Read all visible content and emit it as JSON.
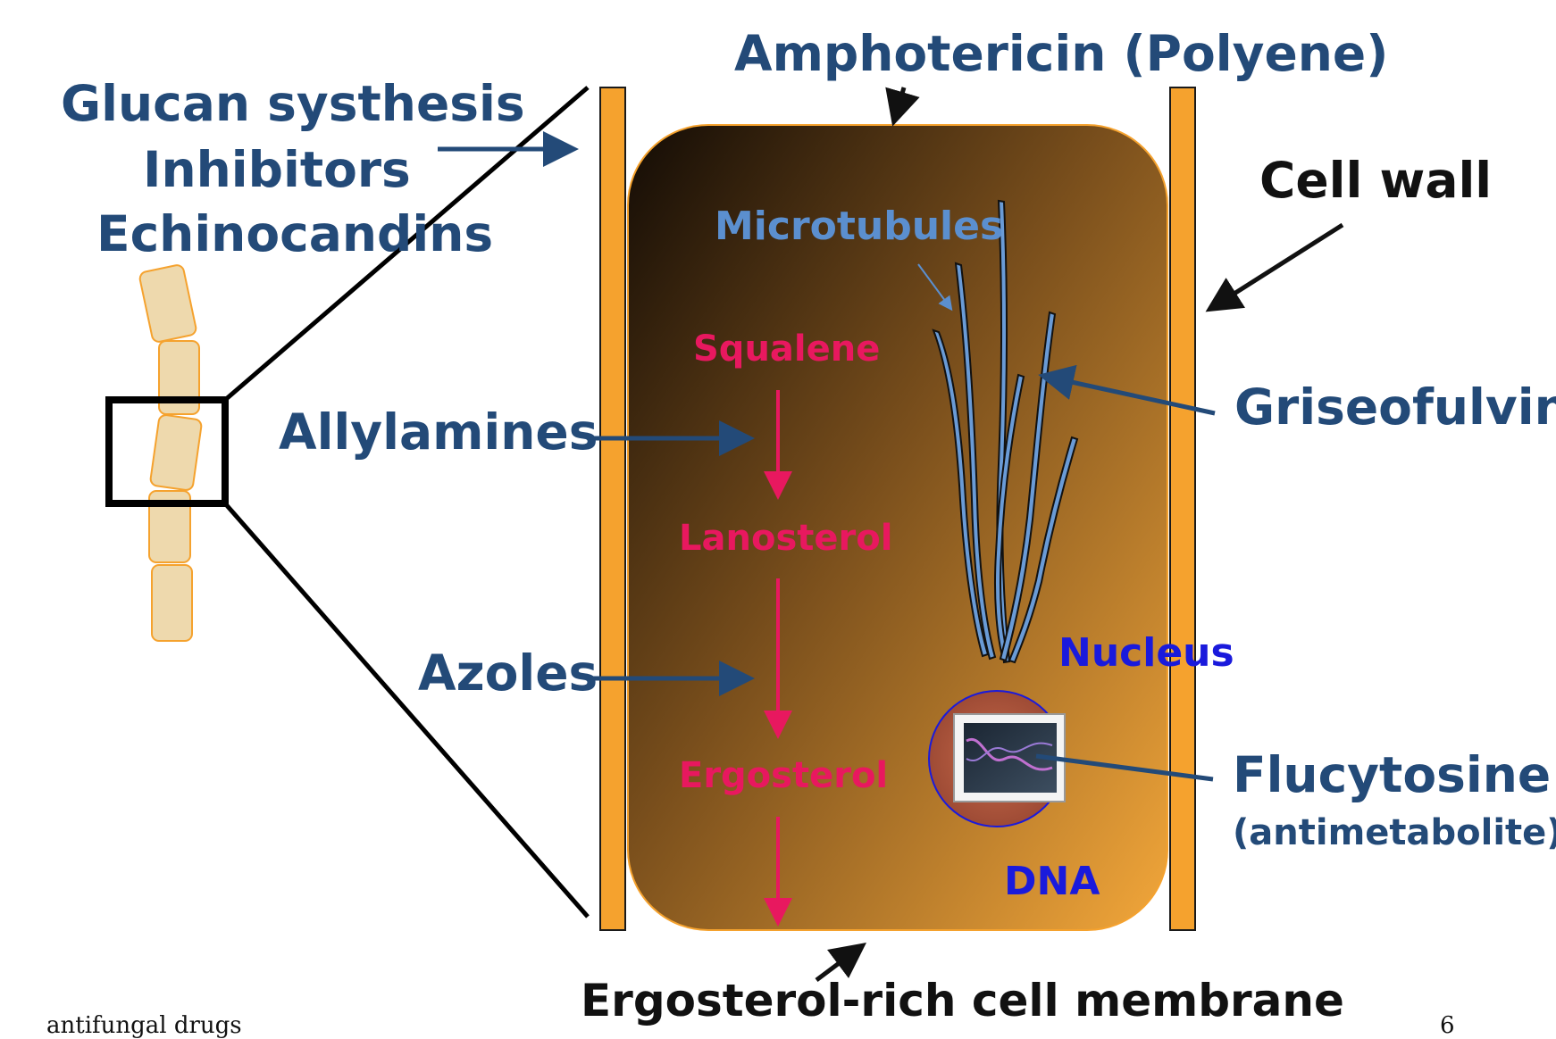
{
  "labels": {
    "amphotericin": "Amphotericin (Polyene)",
    "glucan_line1": "Glucan systhesis",
    "glucan_line2": "Inhibitors",
    "glucan_line3": "Echinocandins",
    "cell_wall": "Cell wall",
    "microtubules": "Microtubules",
    "squalene": "Squalene",
    "lanosterol": "Lanosterol",
    "ergosterol": "Ergosterol",
    "allylamines": "Allylamines",
    "azoles": "Azoles",
    "griseofulvin": "Griseofulvin",
    "nucleus": "Nucleus",
    "flucytosine": "Flucytosine",
    "antimetabolite": "(antimetabolite)",
    "dna": "DNA",
    "membrane": "Ergosterol-rich cell membrane",
    "footer_left": "antifungal drugs",
    "footer_right": "6"
  },
  "colors": {
    "drug_text": "#234a78",
    "pathway_text": "#e8185f",
    "nucleus_text": "#1a1adc",
    "microtubule_text": "#5b8fcf",
    "cell_wall": "#f5a22e",
    "hypha_fill": "#eed9ad"
  }
}
